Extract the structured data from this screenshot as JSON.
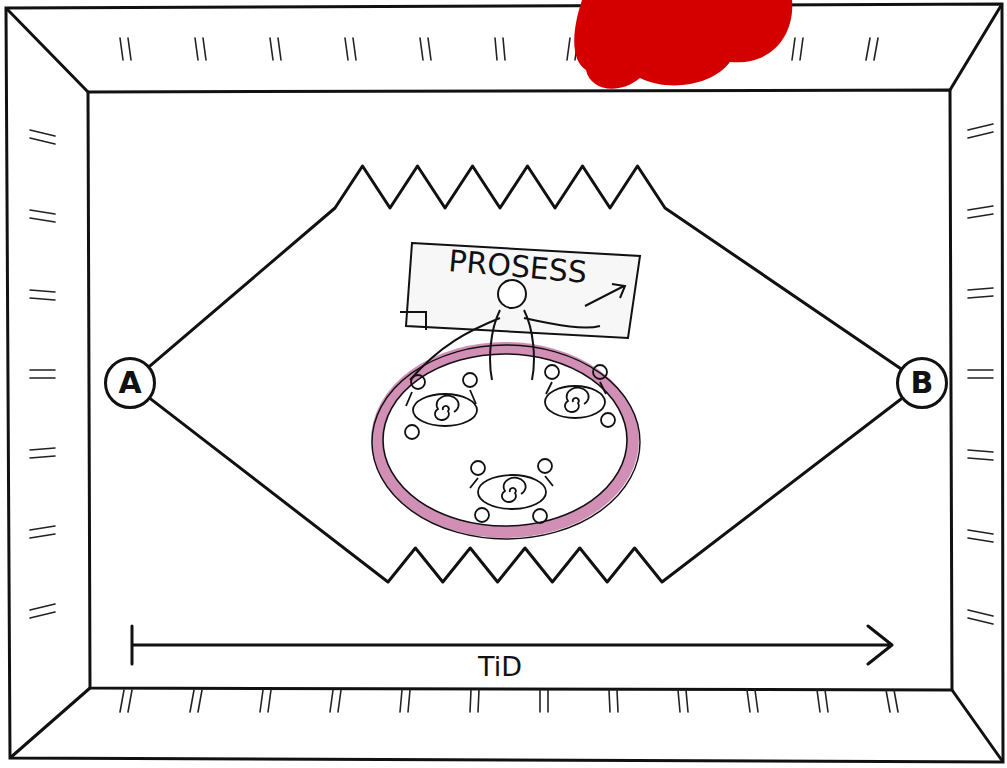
{
  "diagram": {
    "nodes": [
      {
        "text": [
          "A"
        ]
      },
      {
        "text": [
          "B"
        ]
      }
    ],
    "edges": [
      {
        "from": 0,
        "to": 1,
        "arrow": "none"
      },
      {
        "from": 0,
        "to": 1,
        "arrow": "none"
      }
    ],
    "labels": [
      "PROSESS",
      "TiD"
    ]
  }
}
